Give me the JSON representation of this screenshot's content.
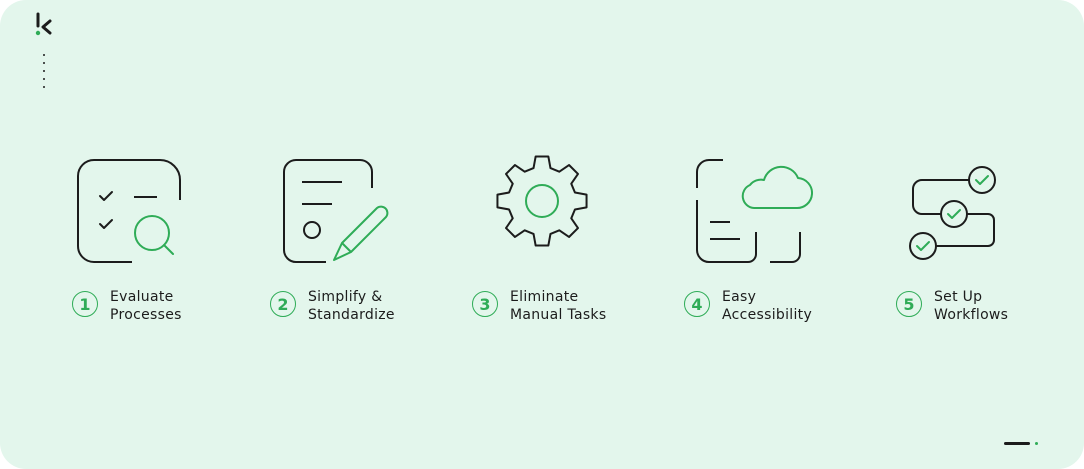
{
  "colors": {
    "background": "#e3f6ec",
    "accent": "#2fac57",
    "ink": "#1c1c1c"
  },
  "logo": {
    "icon": "k-logo-icon"
  },
  "steps": [
    {
      "number": "1",
      "line1": "Evaluate",
      "line2": "Processes",
      "icon": "checklist-magnifier-icon"
    },
    {
      "number": "2",
      "line1": "Simplify &",
      "line2": "Standardize",
      "icon": "document-pencil-icon"
    },
    {
      "number": "3",
      "line1": "Eliminate",
      "line2": "Manual Tasks",
      "icon": "gear-icon"
    },
    {
      "number": "4",
      "line1": "Easy",
      "line2": "Accessibility",
      "icon": "cloud-document-icon"
    },
    {
      "number": "5",
      "line1": "Set Up",
      "line2": "Workflows",
      "icon": "workflow-icon"
    }
  ]
}
